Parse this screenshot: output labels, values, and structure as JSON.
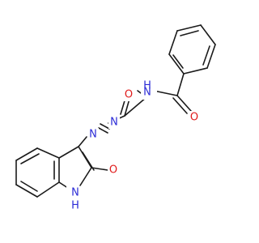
{
  "molecule": {
    "atoms": {
      "amide_n": {
        "label": "N",
        "sub": "H",
        "color": "#2b2bd6"
      },
      "carbonyl_o1": {
        "label": "O",
        "color": "#e01b1b"
      },
      "carbonyl_o2": {
        "label": "O",
        "color": "#e01b1b"
      },
      "azo_n1": {
        "label": "N",
        "color": "#2b2bd6"
      },
      "azo_n2": {
        "label": "N",
        "color": "#2b2bd6"
      },
      "hydroxyl_o": {
        "label": "O",
        "color": "#e01b1b"
      },
      "indole_nh": {
        "label": "H",
        "sub": "N",
        "color": "#2b2bd6"
      }
    }
  }
}
